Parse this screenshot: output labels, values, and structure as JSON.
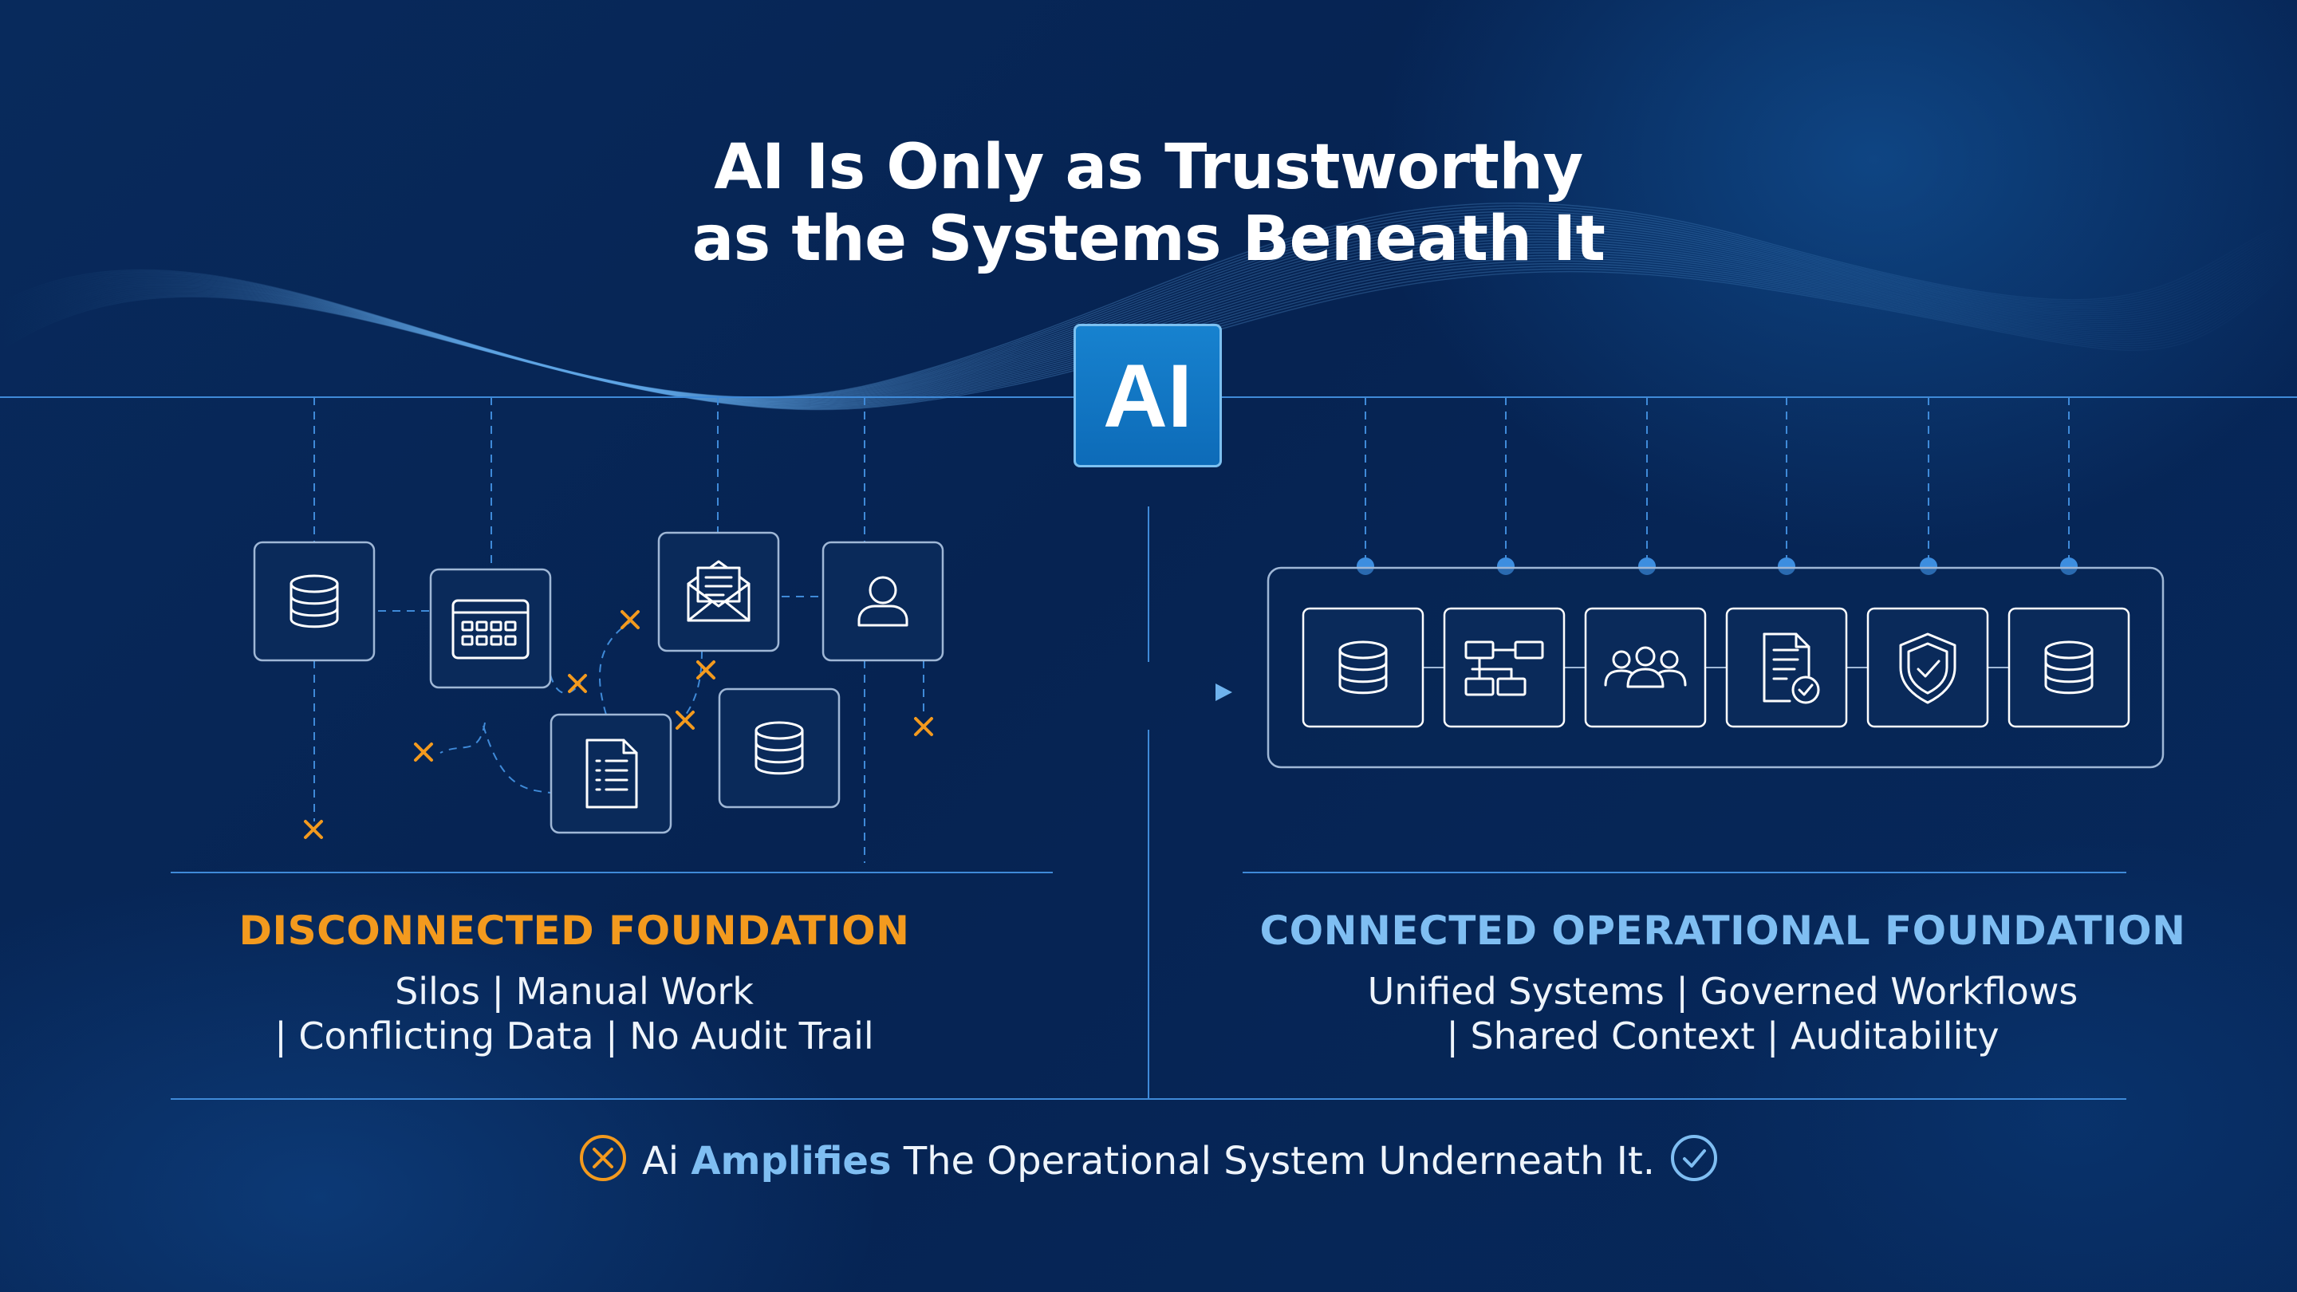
{
  "title": {
    "line1": "AI Is Only as Trustworthy",
    "line2": "as the Systems Beneath It"
  },
  "ai_badge": "AI",
  "left_panel": {
    "heading": "DISCONNECTED FOUNDATION",
    "line1": "Silos | Manual Work",
    "line2": "| Conflicting Data | No Audit Trail",
    "icons": [
      "database-icon",
      "calendar-icon",
      "mail-icon",
      "user-icon",
      "document-icon",
      "database-icon"
    ]
  },
  "right_panel": {
    "heading": "CONNECTED OPERATIONAL FOUNDATION",
    "line1": "Unified Systems | Governed Workflows",
    "line2": "| Shared Context | Auditability",
    "icons": [
      "database-icon",
      "org-chart-icon",
      "team-icon",
      "approved-document-icon",
      "shield-check-icon",
      "database-icon"
    ]
  },
  "footer": {
    "prefix": "Ai",
    "highlight": "Amplifies",
    "suffix": "The Operational System Underneath It.",
    "left_icon": "x-circle-icon",
    "right_icon": "check-circle-icon"
  },
  "colors": {
    "accent_orange": "#f39a1e",
    "accent_light_blue": "#7fbef2",
    "ai_box_blue": "#1478c8",
    "line_blue": "#3f8ad8",
    "icon_stroke": "#ffffff"
  }
}
